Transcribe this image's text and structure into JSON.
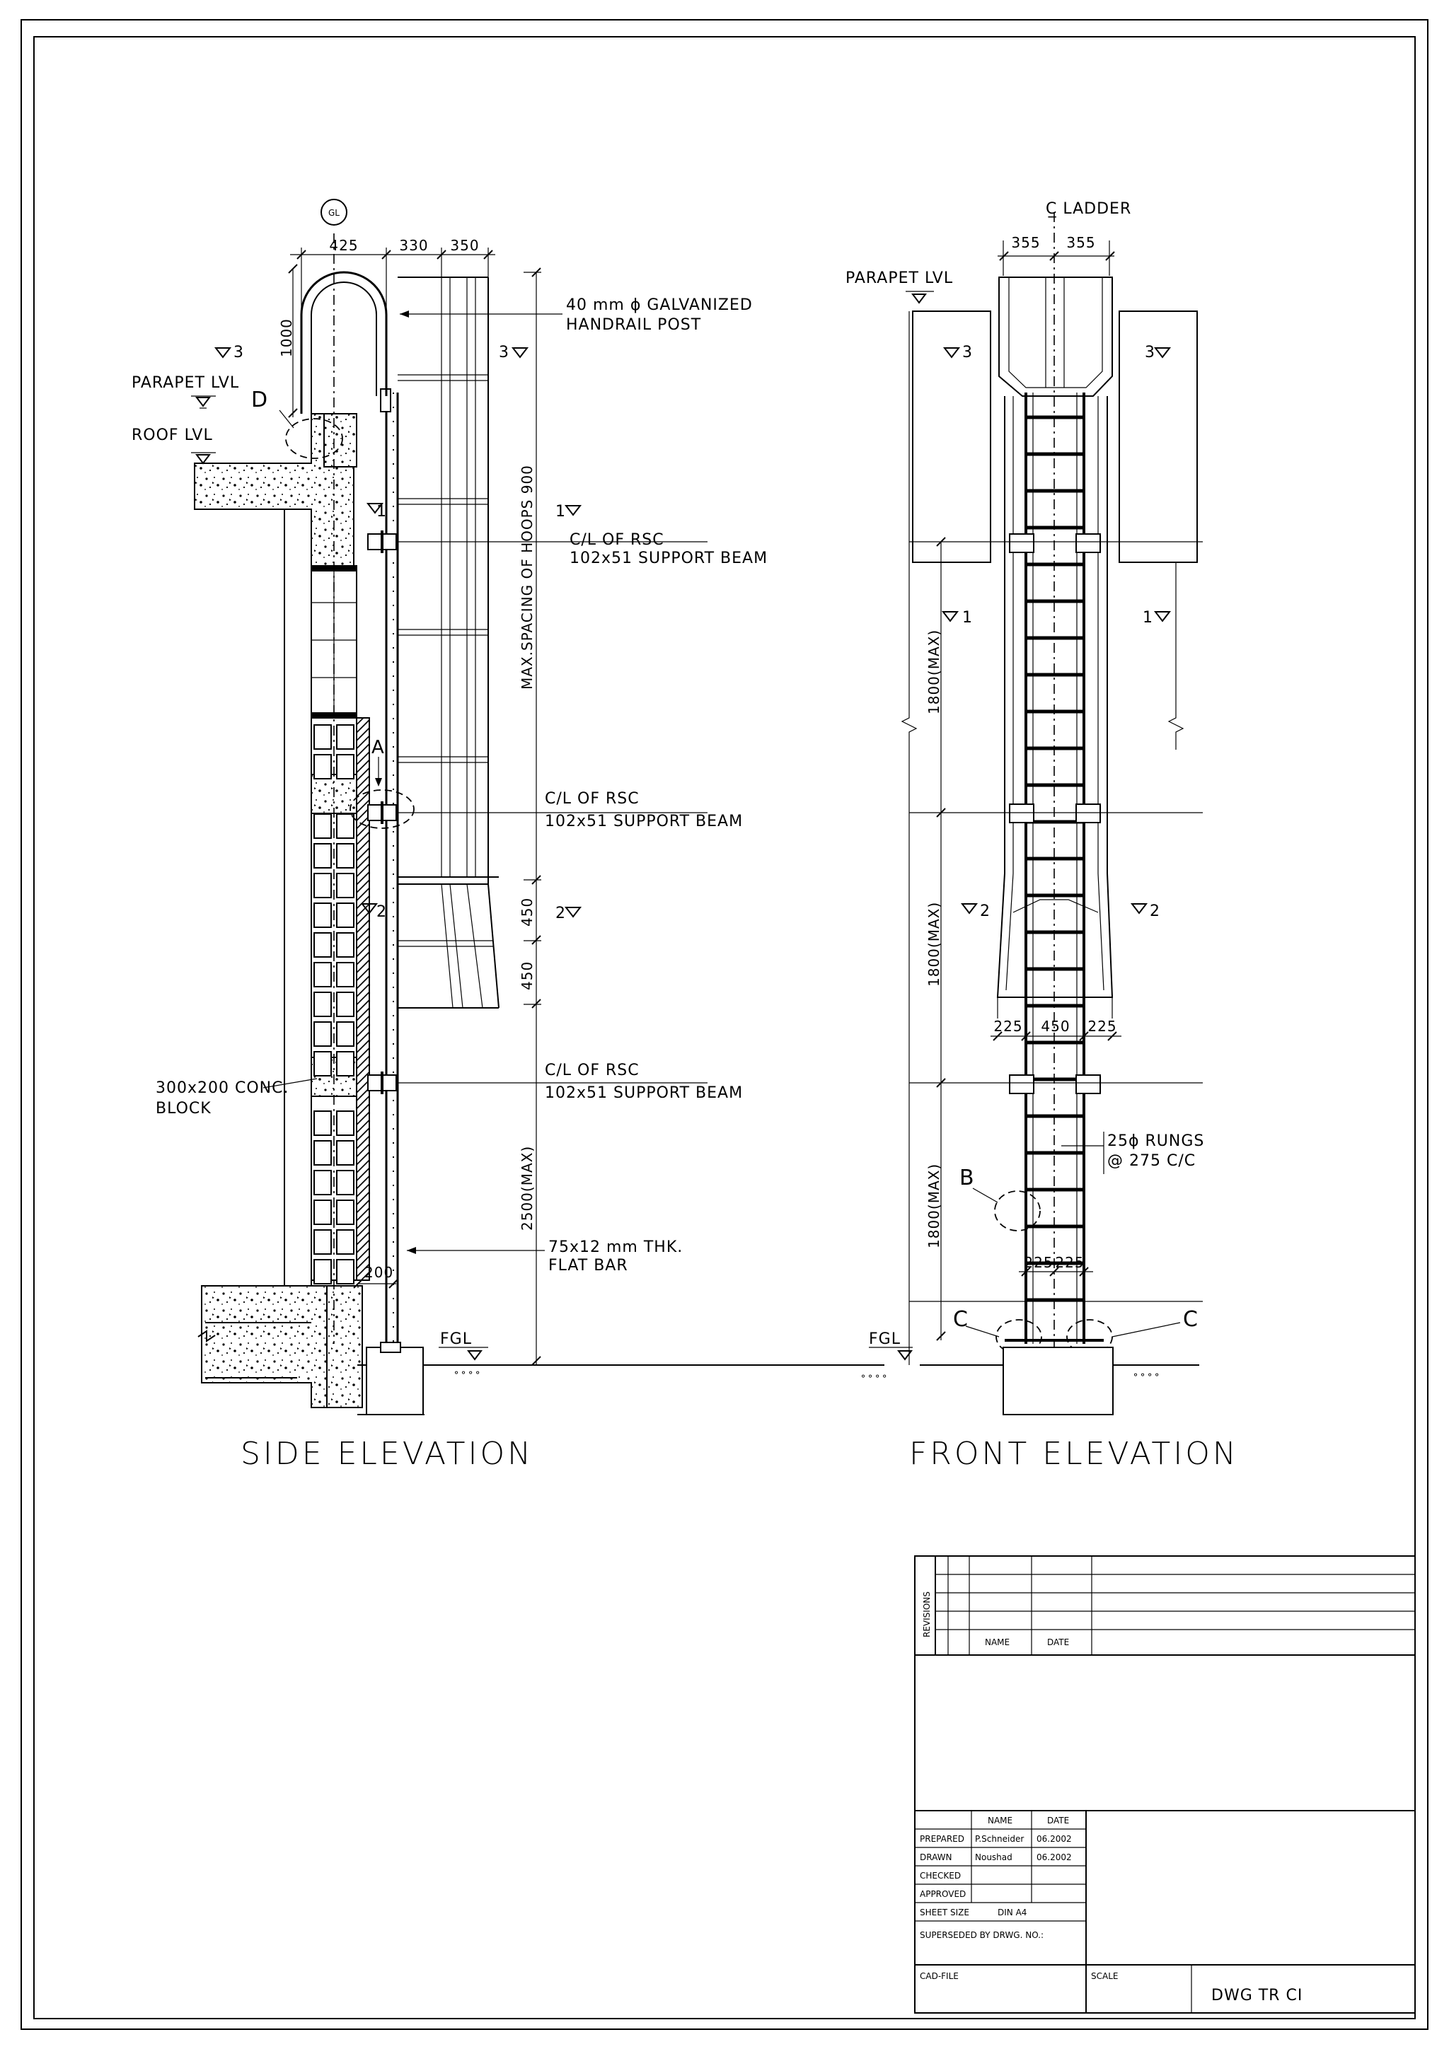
{
  "drawing": {
    "side_title": "SIDE ELEVATION",
    "front_title": "FRONT ELEVATION",
    "grid_tag": "GL",
    "ladder_cl": "C̲ LADDER",
    "side": {
      "dim_425": "425",
      "dim_330": "330",
      "dim_350": "350",
      "dim_1000": "1000",
      "dim_900": "MAX.SPACING OF HOOPS  900",
      "dim_450a": "450",
      "dim_450b": "450",
      "dim_2500": "2500(MAX)",
      "dim_200": "200",
      "handrail_1": "40 mm ϕ GALVANIZED",
      "handrail_2": "HANDRAIL POST",
      "parapet": "PARAPET LVL",
      "roof": "ROOF LVL",
      "beam1_1": "C/L OF RSC",
      "beam1_2": "102x51 SUPPORT BEAM",
      "beam2_1": "C/L OF RSC",
      "beam2_2": "102x51 SUPPORT BEAM",
      "beam3_1": "C/L OF RSC",
      "beam3_2": "102x51 SUPPORT BEAM",
      "block_1": "300x200 CONC.",
      "block_2": "BLOCK",
      "flat_1": "75x12 mm THK.",
      "flat_2": "FLAT BAR",
      "fgl": "FGL",
      "tag_d": "D",
      "tag_a": "A",
      "sec3": "3",
      "sec1": "1",
      "sec2": "2"
    },
    "front": {
      "parapet": "PARAPET LVL",
      "dim_355a": "355",
      "dim_355b": "355",
      "dim_1800a": "1800(MAX)",
      "dim_1800b": "1800(MAX)",
      "dim_1800c": "1800(MAX)",
      "dim_225a": "225",
      "dim_450": "450",
      "dim_225b": "225",
      "dim_225c": "225",
      "dim_225d": "225",
      "rungs_1": "25ϕ RUNGS",
      "rungs_2": "@ 275 C/C",
      "tag_b": "B",
      "tag_c1": "C",
      "tag_c2": "C",
      "fgl": "FGL",
      "sec3": "3",
      "sec1": "1",
      "sec2": "2"
    }
  },
  "title_block": {
    "revisions": "REVISIONS",
    "rev_name": "NAME",
    "rev_date": "DATE",
    "col_name": "NAME",
    "col_date": "DATE",
    "prepared": "PREPARED",
    "prepared_name": "P.Schneider",
    "prepared_date": "06.2002",
    "drawn": "DRAWN",
    "drawn_name": "Noushad",
    "drawn_date": "06.2002",
    "checked": "CHECKED",
    "approved": "APPROVED",
    "sheet_size_label": "SHEET SIZE",
    "sheet_size": "DIN A4",
    "superseded": "SUPERSEDED BY DRWG. NO.:",
    "cad_file": "CAD-FILE",
    "scale": "SCALE",
    "dwg_no": "DWG TR CI"
  }
}
